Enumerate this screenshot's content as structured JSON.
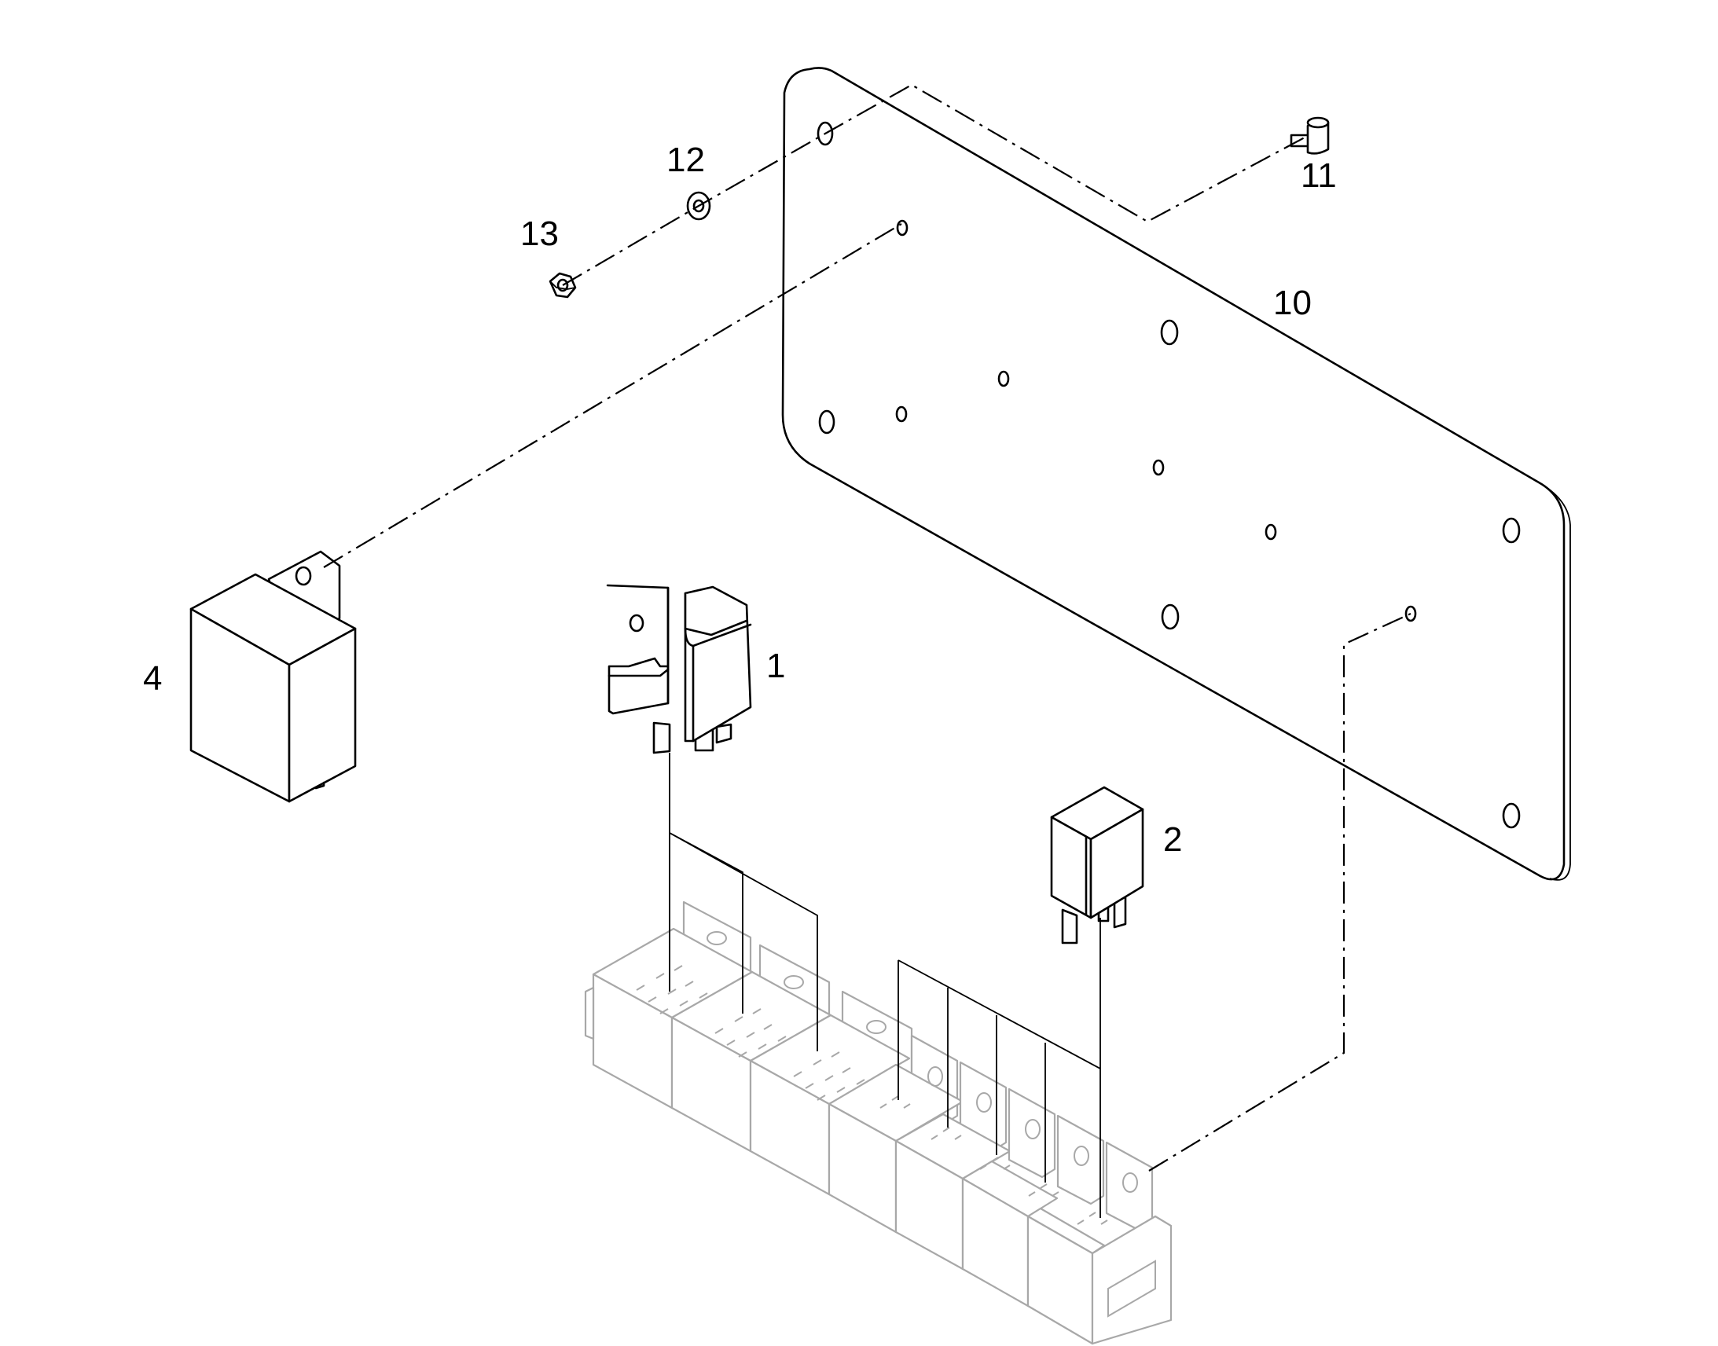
{
  "diagram": {
    "callouts": [
      {
        "id": "part-1",
        "label": "1"
      },
      {
        "id": "part-2",
        "label": "2"
      },
      {
        "id": "part-4",
        "label": "4"
      },
      {
        "id": "part-10",
        "label": "10"
      },
      {
        "id": "part-11",
        "label": "11"
      },
      {
        "id": "part-12",
        "label": "12"
      },
      {
        "id": "part-13",
        "label": "13"
      }
    ]
  }
}
